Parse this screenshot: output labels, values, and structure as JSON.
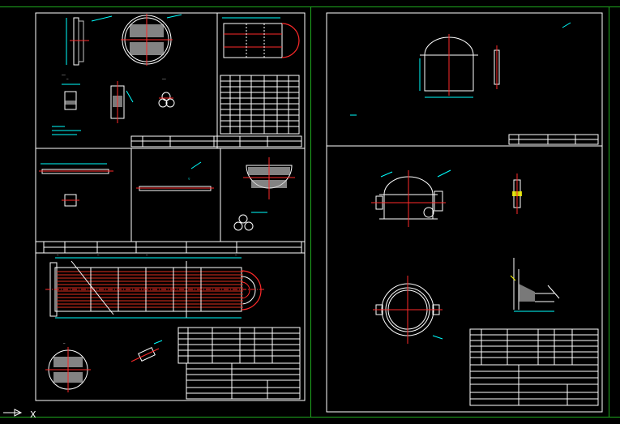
{
  "sheets": [
    {
      "id": "sheet-1",
      "title_block": {
        "name_line": "",
        "drawing_no": "",
        "scale": ""
      }
    },
    {
      "id": "sheet-2",
      "title_block": {
        "name_line": "",
        "drawing_no": "",
        "scale": ""
      }
    }
  ],
  "colors": {
    "background": "#000000",
    "viewport": "#1ea81e",
    "frame": "#ffffff",
    "geometry": "#ffffff",
    "dimension": "#00ffff",
    "center": "#ff2a2a",
    "tubes": "#e0301e",
    "hatch": "#c9c9c9",
    "leader": "#ffff00"
  },
  "ucs": {
    "x_label": "X"
  },
  "icons": [
    "ucs-arrow-icon"
  ]
}
